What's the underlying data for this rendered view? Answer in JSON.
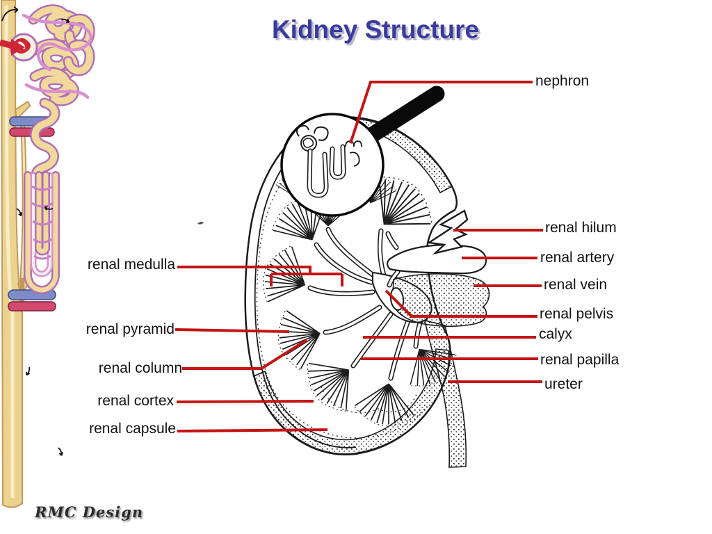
{
  "slide": {
    "title": "Kidney Structure",
    "signature": "RMC Design"
  },
  "labels": {
    "nephron": "nephron",
    "hilum": "renal hilum",
    "artery": "renal artery",
    "vein": "renal vein",
    "pelvis": "renal pelvis",
    "calyx": "calyx",
    "papilla": "renal papilla",
    "ureter": "ureter",
    "medulla": "renal medulla",
    "pyramid": "renal pyramid",
    "column": "renal column",
    "cortex": "renal cortex",
    "capsule": "renal capsule"
  },
  "colors": {
    "title_text": "#3b3b9e",
    "label_text": "#111111",
    "leader_line": "#c41414",
    "ink": "#1a1a1a",
    "tubule_fill": "#f1d99c",
    "tubule_outline": "#b06fb5",
    "capillary_pink": "#d98fcf",
    "duct_yellow": "#ecd28f",
    "duct_edge": "#c3995a",
    "glomerulus_red": "#cf2536",
    "vein_blue": "#7d8cc7",
    "artery_red": "#d14a6e"
  }
}
